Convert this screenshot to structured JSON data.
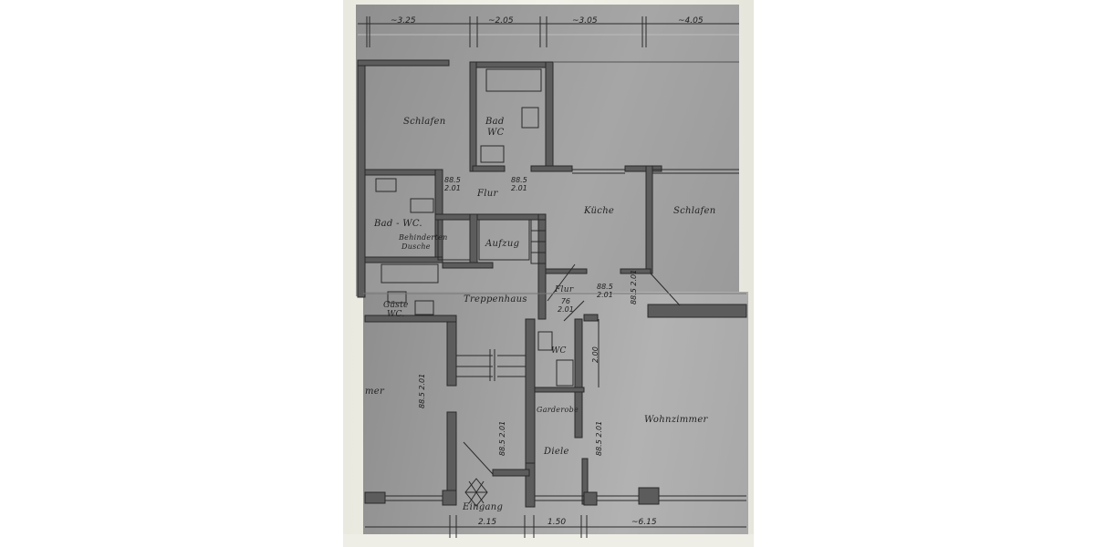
{
  "drawing": {
    "type": "floor plan",
    "language": "German",
    "colors": {
      "paper": "#9d9d9d",
      "ink": "#222222",
      "wall": "#5a5a5a",
      "background": "#ffffff"
    }
  },
  "dimensions_top": [
    "~3.25",
    "~2.05",
    "~3.05",
    "~4.05"
  ],
  "dimensions_bottom": [
    "2.15",
    "1.50",
    "~6.15"
  ],
  "dimensions_vertical": {
    "wc_wall": "2.00"
  },
  "rooms": {
    "schlafen_left": "Schlafen",
    "bad_wc_top": "Bad",
    "bad_wc_top_sub": "WC",
    "flur_top": "Flur",
    "kueche": "Küche",
    "schlafen_right": "Schlafen",
    "bad_wc_left": "Bad - WC.",
    "behinderten_line1": "Behinderten",
    "behinderten_line2": "Dusche",
    "aufzug": "Aufzug",
    "gaeste_wc_line1": "Gäste",
    "gaeste_wc_line2": "WC.",
    "treppenhaus": "Treppenhaus",
    "flur_mid": "Flur",
    "wc": "WC",
    "zimmer_partial": "mer",
    "garderobe": "Garderobe",
    "wohnzimmer": "Wohnzimmer",
    "diele": "Diele",
    "eingang": "Eingang"
  },
  "door_labels": {
    "d1_w": "88.5",
    "d1_h": "2.01",
    "d2_w": "88.5",
    "d2_h": "2.01",
    "d3_w": "88.5",
    "d3_h": "2.01",
    "d4_w": "88.5",
    "d4_h": "2.01",
    "d5_w": "76",
    "d5_h": "2.01",
    "d6_w": "88.5",
    "d6_h": "2.01",
    "d7_w": "88.5",
    "d7_h": "2.01",
    "d8_w": "88.5",
    "d8_h": "2.01"
  }
}
